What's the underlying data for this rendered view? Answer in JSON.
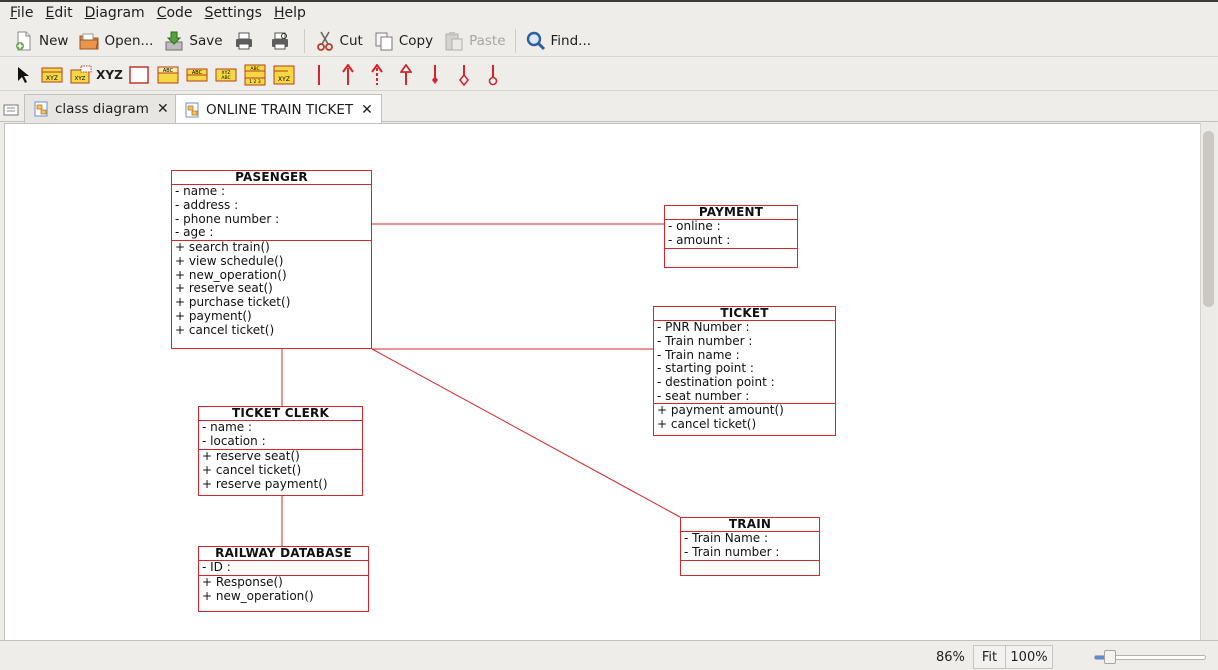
{
  "menubar": {
    "items": [
      {
        "mnemonic": "F",
        "rest": "ile"
      },
      {
        "mnemonic": "E",
        "rest": "dit"
      },
      {
        "mnemonic": "D",
        "rest": "iagram"
      },
      {
        "mnemonic": "C",
        "rest": "ode"
      },
      {
        "mnemonic": "S",
        "rest": "ettings"
      },
      {
        "mnemonic": "H",
        "rest": "elp"
      }
    ]
  },
  "toolbar": {
    "new_label": "New",
    "open_label": "Open...",
    "save_label": "Save",
    "cut_label": "Cut",
    "copy_label": "Copy",
    "paste_label": "Paste",
    "find_label": "Find..."
  },
  "palette": {
    "text_tool_label": "XYZ"
  },
  "tabs": [
    {
      "label": "class diagram",
      "close": "✕"
    },
    {
      "label": "ONLINE TRAIN TICKET",
      "close": "✕"
    }
  ],
  "diagram": {
    "passenger": {
      "name": "PASENGER",
      "attributes": [
        "- name  :",
        "- address :",
        "- phone number :",
        "- age :"
      ],
      "operations": [
        "+ search train()",
        "+ view schedule()",
        "+ new_operation()",
        "+ reserve seat()",
        "+ purchase ticket()",
        "+ payment()",
        "+ cancel ticket()"
      ]
    },
    "payment": {
      "name": "PAYMENT",
      "attributes": [
        "- online :",
        "- amount :"
      ],
      "operations": []
    },
    "ticket": {
      "name": "TICKET",
      "attributes": [
        "- PNR Number :",
        "- Train number :",
        "- Train name :",
        "- starting point :",
        "- destination point :",
        "- seat number :"
      ],
      "operations": [
        "+ payment amount()",
        "+ cancel ticket()"
      ]
    },
    "ticket_clerk": {
      "name": "TICKET CLERK",
      "attributes": [
        "- name :",
        "- location :"
      ],
      "operations": [
        "+ reserve seat()",
        "+ cancel ticket()",
        "+ reserve payment()"
      ]
    },
    "train": {
      "name": "TRAIN",
      "attributes": [
        "- Train Name :",
        "- Train number :"
      ],
      "operations": []
    },
    "railway_database": {
      "name": "RAILWAY DATABASE",
      "attributes": [
        "- ID :"
      ],
      "operations": [
        "+ Response()",
        "+ new_operation()"
      ]
    }
  },
  "statusbar": {
    "zoom": "86%",
    "fit_label": "Fit",
    "hundred_label": "100%",
    "zoom_slider_fraction": 0.1
  },
  "colors": {
    "uml_line": "#d8242a",
    "canvas": "#ffffff",
    "chrome": "#efedea"
  }
}
